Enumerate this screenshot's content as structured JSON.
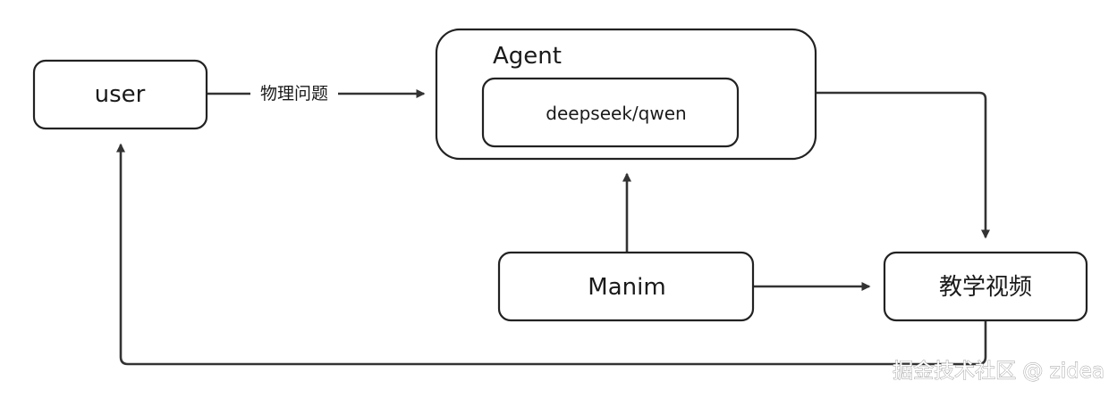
{
  "nodes": {
    "user": {
      "label": "user"
    },
    "agent": {
      "label": "Agent"
    },
    "model": {
      "label": "deepseek/qwen"
    },
    "manim": {
      "label": "Manim"
    },
    "video": {
      "label": "教学视频"
    }
  },
  "edges": {
    "user_to_agent": {
      "label": "物理问题"
    }
  },
  "watermark": "掘金技术社区 @ zidea",
  "colors": {
    "stroke": "#222222",
    "arrow": "#333333",
    "background": "#ffffff"
  }
}
